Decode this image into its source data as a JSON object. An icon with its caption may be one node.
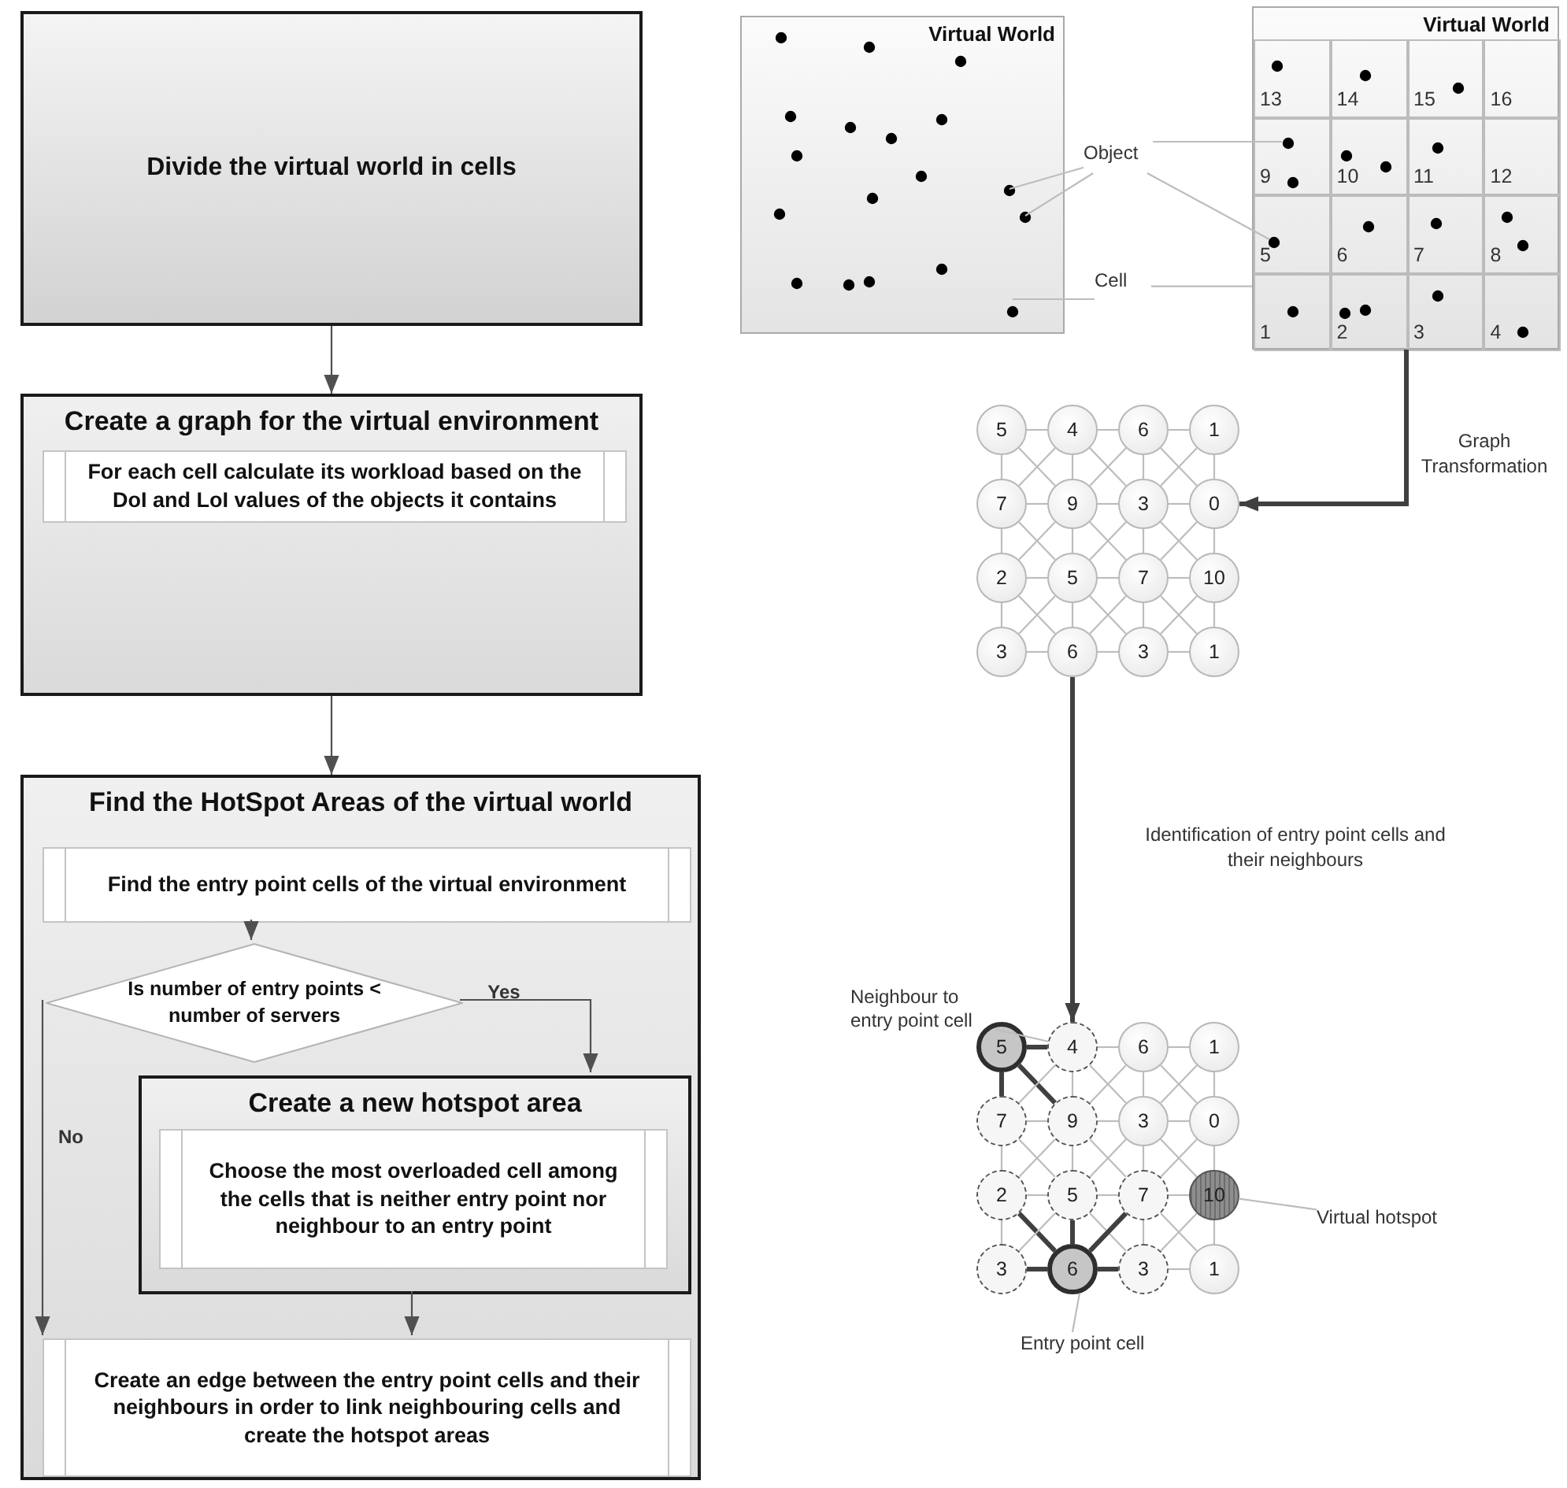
{
  "diagram": {
    "nodes": [
      {
        "text": [
          "Divide the virtual world in cells"
        ]
      },
      {
        "text": [
          "Create a graph for the virtual environment"
        ]
      },
      {
        "text": [
          "For each cell calculate its workload based on the DoI and LoI values of the objects it contains"
        ],
        "in": 1
      },
      {
        "text": [
          "Find the HotSpot Areas of the virtual world"
        ]
      },
      {
        "text": [
          "Find the entry point cells of the virtual environment"
        ],
        "in": 3
      },
      {
        "text": [
          "Is number of entry points < number of servers"
        ],
        "in": 3
      },
      {
        "text": [
          "Create a new hotspot area"
        ],
        "in": 3
      },
      {
        "text": [
          "Choose the most overloaded cell among the cells that is neither entry point nor neighbour to an entry point"
        ],
        "in": 6
      },
      {
        "text": [
          "Create an edge between the entry point cells and their neighbours in order to link neighbouring cells and create the hotspot areas"
        ],
        "in": 3
      },
      {
        "text": [
          "Virtual World"
        ]
      },
      {
        "text": [
          "Object"
        ]
      },
      {
        "text": [
          "Cell"
        ]
      },
      {
        "text": [
          "Virtual World"
        ]
      },
      {
        "text": [
          "13"
        ],
        "in": 12
      },
      {
        "text": [
          "14"
        ],
        "in": 12
      },
      {
        "text": [
          "15"
        ],
        "in": 12
      },
      {
        "text": [
          "16"
        ],
        "in": 12
      },
      {
        "text": [
          "9"
        ],
        "in": 12
      },
      {
        "text": [
          "10"
        ],
        "in": 12
      },
      {
        "text": [
          "11"
        ],
        "in": 12
      },
      {
        "text": [
          "12"
        ],
        "in": 12
      },
      {
        "text": [
          "5"
        ],
        "in": 12
      },
      {
        "text": [
          "6"
        ],
        "in": 12
      },
      {
        "text": [
          "7"
        ],
        "in": 12
      },
      {
        "text": [
          "8"
        ],
        "in": 12
      },
      {
        "text": [
          "1"
        ],
        "in": 12
      },
      {
        "text": [
          "2"
        ],
        "in": 12
      },
      {
        "text": [
          "3"
        ],
        "in": 12
      },
      {
        "text": [
          "4"
        ],
        "in": 12
      },
      {
        "text": [
          "5"
        ]
      },
      {
        "text": [
          "4"
        ]
      },
      {
        "text": [
          "6"
        ]
      },
      {
        "text": [
          "1"
        ]
      },
      {
        "text": [
          "7"
        ]
      },
      {
        "text": [
          "9"
        ]
      },
      {
        "text": [
          "3"
        ]
      },
      {
        "text": [
          "0"
        ]
      },
      {
        "text": [
          "2"
        ]
      },
      {
        "text": [
          "5"
        ]
      },
      {
        "text": [
          "7"
        ]
      },
      {
        "text": [
          "10"
        ]
      },
      {
        "text": [
          "3"
        ]
      },
      {
        "text": [
          "6"
        ]
      },
      {
        "text": [
          "3"
        ]
      },
      {
        "text": [
          "1"
        ]
      },
      {
        "text": [
          "5"
        ]
      },
      {
        "text": [
          "4"
        ]
      },
      {
        "text": [
          "6"
        ]
      },
      {
        "text": [
          "1"
        ]
      },
      {
        "text": [
          "7"
        ]
      },
      {
        "text": [
          "9"
        ]
      },
      {
        "text": [
          "3"
        ]
      },
      {
        "text": [
          "0"
        ]
      },
      {
        "text": [
          "2"
        ]
      },
      {
        "text": [
          "5"
        ]
      },
      {
        "text": [
          "7"
        ]
      },
      {
        "text": [
          "10"
        ]
      },
      {
        "text": [
          "3"
        ]
      },
      {
        "text": [
          "6"
        ]
      },
      {
        "text": [
          "3"
        ]
      },
      {
        "text": [
          "1"
        ]
      },
      {
        "text": [
          "Neighbour to entry point cell"
        ]
      },
      {
        "text": [
          "Virtual hotspot"
        ]
      },
      {
        "text": [
          "Entry point cell"
        ]
      }
    ],
    "edges": [
      {
        "from": 0,
        "to": 1,
        "arrow": "to",
        "color": "#505050"
      },
      {
        "from": 1,
        "to": 3,
        "arrow": "to",
        "color": "#505050"
      },
      {
        "from": 4,
        "to": 5,
        "arrow": "to",
        "color": "#505050"
      },
      {
        "from": 5,
        "to": 6,
        "arrow": "to",
        "label": "Yes",
        "color": "#505050"
      },
      {
        "from": 5,
        "to": 8,
        "arrow": "to",
        "label": "No",
        "color": "#505050"
      },
      {
        "from": 6,
        "to": 8,
        "arrow": "to",
        "color": "#505050"
      },
      {
        "from": 12,
        "to": 36,
        "arrow": "to",
        "label": "Graph Transformation",
        "style": "thick",
        "color": "#404040"
      },
      {
        "from": 42,
        "to": 46,
        "arrow": "to",
        "label": "Identification of entry point cells and their neighbours",
        "style": "thick",
        "color": "#404040"
      },
      {
        "from": 10,
        "to": 9,
        "arrow": "none"
      },
      {
        "from": 10,
        "to": 9,
        "arrow": "none"
      },
      {
        "from": 10,
        "to": 17,
        "arrow": "none"
      },
      {
        "from": 10,
        "to": 21,
        "arrow": "none"
      },
      {
        "from": 11,
        "to": 9,
        "arrow": "none"
      },
      {
        "from": 11,
        "to": 25,
        "arrow": "none"
      },
      {
        "from": 61,
        "to": 46,
        "arrow": "none"
      },
      {
        "from": 62,
        "to": 56,
        "arrow": "none"
      },
      {
        "from": 63,
        "to": 58,
        "arrow": "none"
      },
      {
        "from": 29,
        "to": 30,
        "arrow": "none"
      },
      {
        "from": 30,
        "to": 31,
        "arrow": "none"
      },
      {
        "from": 31,
        "to": 32,
        "arrow": "none"
      },
      {
        "from": 33,
        "to": 34,
        "arrow": "none"
      },
      {
        "from": 34,
        "to": 35,
        "arrow": "none"
      },
      {
        "from": 35,
        "to": 36,
        "arrow": "none"
      },
      {
        "from": 37,
        "to": 38,
        "arrow": "none"
      },
      {
        "from": 38,
        "to": 39,
        "arrow": "none"
      },
      {
        "from": 39,
        "to": 40,
        "arrow": "none"
      },
      {
        "from": 41,
        "to": 42,
        "arrow": "none"
      },
      {
        "from": 42,
        "to": 43,
        "arrow": "none"
      },
      {
        "from": 43,
        "to": 44,
        "arrow": "none"
      },
      {
        "from": 29,
        "to": 33,
        "arrow": "none"
      },
      {
        "from": 30,
        "to": 34,
        "arrow": "none"
      },
      {
        "from": 31,
        "to": 35,
        "arrow": "none"
      },
      {
        "from": 32,
        "to": 36,
        "arrow": "none"
      },
      {
        "from": 33,
        "to": 37,
        "arrow": "none"
      },
      {
        "from": 34,
        "to": 38,
        "arrow": "none"
      },
      {
        "from": 35,
        "to": 39,
        "arrow": "none"
      },
      {
        "from": 36,
        "to": 40,
        "arrow": "none"
      },
      {
        "from": 37,
        "to": 41,
        "arrow": "none"
      },
      {
        "from": 38,
        "to": 42,
        "arrow": "none"
      },
      {
        "from": 39,
        "to": 43,
        "arrow": "none"
      },
      {
        "from": 40,
        "to": 44,
        "arrow": "none"
      },
      {
        "from": 29,
        "to": 34,
        "arrow": "none"
      },
      {
        "from": 30,
        "to": 33,
        "arrow": "none"
      },
      {
        "from": 30,
        "to": 35,
        "arrow": "none"
      },
      {
        "from": 31,
        "to": 34,
        "arrow": "none"
      },
      {
        "from": 31,
        "to": 36,
        "arrow": "none"
      },
      {
        "from": 32,
        "to": 35,
        "arrow": "none"
      },
      {
        "from": 33,
        "to": 38,
        "arrow": "none"
      },
      {
        "from": 34,
        "to": 37,
        "arrow": "none"
      },
      {
        "from": 34,
        "to": 39,
        "arrow": "none"
      },
      {
        "from": 35,
        "to": 38,
        "arrow": "none"
      },
      {
        "from": 35,
        "to": 40,
        "arrow": "none"
      },
      {
        "from": 36,
        "to": 39,
        "arrow": "none"
      },
      {
        "from": 37,
        "to": 42,
        "arrow": "none"
      },
      {
        "from": 38,
        "to": 41,
        "arrow": "none"
      },
      {
        "from": 38,
        "to": 43,
        "arrow": "none"
      },
      {
        "from": 39,
        "to": 42,
        "arrow": "none"
      },
      {
        "from": 39,
        "to": 44,
        "arrow": "none"
      },
      {
        "from": 40,
        "to": 43,
        "arrow": "none"
      },
      {
        "from": 45,
        "to": 46,
        "arrow": "none",
        "style": "thick",
        "color": "#404040"
      },
      {
        "from": 46,
        "to": 47,
        "arrow": "none"
      },
      {
        "from": 47,
        "to": 48,
        "arrow": "none"
      },
      {
        "from": 49,
        "to": 50,
        "arrow": "none"
      },
      {
        "from": 50,
        "to": 51,
        "arrow": "none"
      },
      {
        "from": 51,
        "to": 52,
        "arrow": "none"
      },
      {
        "from": 53,
        "to": 54,
        "arrow": "none"
      },
      {
        "from": 54,
        "to": 55,
        "arrow": "none"
      },
      {
        "from": 55,
        "to": 56,
        "arrow": "none"
      },
      {
        "from": 57,
        "to": 58,
        "arrow": "none",
        "style": "thick",
        "color": "#404040"
      },
      {
        "from": 58,
        "to": 59,
        "arrow": "none",
        "style": "thick",
        "color": "#404040"
      },
      {
        "from": 59,
        "to": 60,
        "arrow": "none"
      },
      {
        "from": 45,
        "to": 49,
        "arrow": "none",
        "style": "thick",
        "color": "#404040"
      },
      {
        "from": 46,
        "to": 50,
        "arrow": "none"
      },
      {
        "from": 47,
        "to": 51,
        "arrow": "none"
      },
      {
        "from": 48,
        "to": 52,
        "arrow": "none"
      },
      {
        "from": 49,
        "to": 53,
        "arrow": "none"
      },
      {
        "from": 50,
        "to": 54,
        "arrow": "none"
      },
      {
        "from": 51,
        "to": 55,
        "arrow": "none"
      },
      {
        "from": 52,
        "to": 56,
        "arrow": "none"
      },
      {
        "from": 53,
        "to": 57,
        "arrow": "none"
      },
      {
        "from": 54,
        "to": 58,
        "arrow": "none",
        "style": "thick",
        "color": "#404040"
      },
      {
        "from": 55,
        "to": 59,
        "arrow": "none"
      },
      {
        "from": 56,
        "to": 60,
        "arrow": "none"
      },
      {
        "from": 45,
        "to": 50,
        "arrow": "none",
        "style": "thick",
        "color": "#404040"
      },
      {
        "from": 46,
        "to": 49,
        "arrow": "none"
      },
      {
        "from": 46,
        "to": 51,
        "arrow": "none"
      },
      {
        "from": 47,
        "to": 50,
        "arrow": "none"
      },
      {
        "from": 47,
        "to": 52,
        "arrow": "none"
      },
      {
        "from": 48,
        "to": 51,
        "arrow": "none"
      },
      {
        "from": 49,
        "to": 54,
        "arrow": "none"
      },
      {
        "from": 50,
        "to": 53,
        "arrow": "none"
      },
      {
        "from": 50,
        "to": 55,
        "arrow": "none"
      },
      {
        "from": 51,
        "to": 54,
        "arrow": "none"
      },
      {
        "from": 51,
        "to": 56,
        "arrow": "none"
      },
      {
        "from": 52,
        "to": 55,
        "arrow": "none"
      },
      {
        "from": 53,
        "to": 58,
        "arrow": "none",
        "style": "thick",
        "color": "#404040"
      },
      {
        "from": 54,
        "to": 57,
        "arrow": "none"
      },
      {
        "from": 54,
        "to": 59,
        "arrow": "none"
      },
      {
        "from": 55,
        "to": 58,
        "arrow": "none",
        "style": "thick",
        "color": "#404040"
      },
      {
        "from": 55,
        "to": 60,
        "arrow": "none"
      },
      {
        "from": 56,
        "to": 59,
        "arrow": "none"
      }
    ]
  }
}
